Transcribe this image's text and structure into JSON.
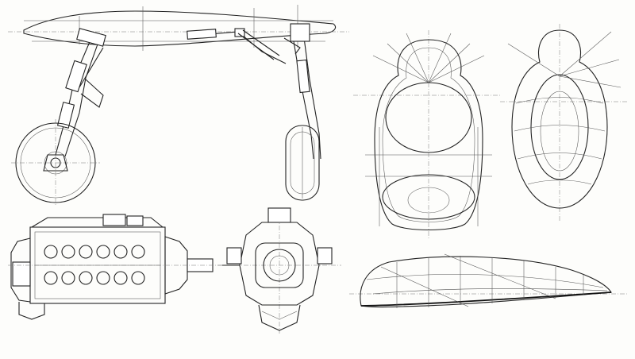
{
  "drawing": {
    "views": [
      "main-landing-gear-side-view",
      "engine-side-view",
      "engine-front-view",
      "fuselage-cross-section-front",
      "fuselage-cross-section-rear",
      "nacelle-side-profile"
    ],
    "line_color": "#222222",
    "paper_color": "#fdfdfb"
  }
}
